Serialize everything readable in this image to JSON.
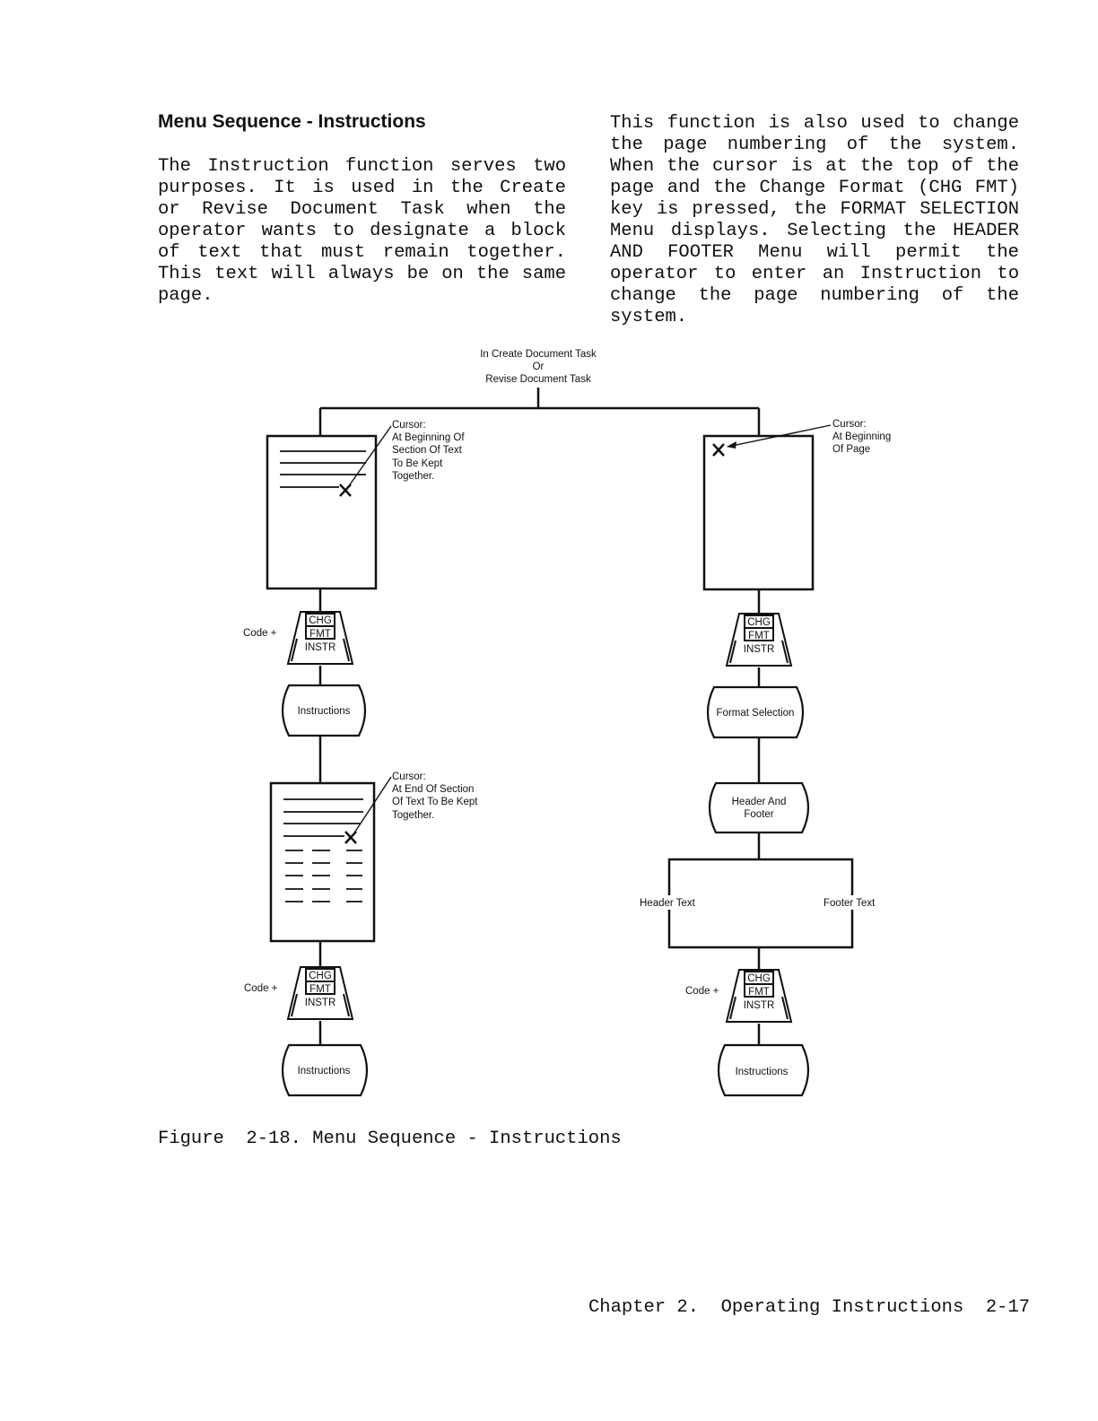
{
  "heading": "Menu Sequence - Instructions",
  "left_paragraph": "The Instruction function serves two purposes. It is used in the Create or Revise Document Task when the operator wants to designate a block of text that must remain together. This text will always be on the same page.",
  "right_paragraph": "This function is also used to change the page numbering of the system. When the cursor is at the top of the page and the Change Format (CHG FMT) key is pressed, the FORMAT SELECTION Menu displays. Selecting the HEADER AND FOOTER Menu will permit the operator to enter an Instruction to change the page numbering of the system.",
  "diagram": {
    "top_label": [
      "In Create Document Task",
      "Or",
      "Revise Document Task"
    ],
    "cursor_begin_section": [
      "Cursor:",
      "At Beginning Of",
      "Section Of Text",
      "To Be Kept",
      "Together."
    ],
    "cursor_begin_page": [
      "Cursor:",
      "At Beginning",
      "Of Page"
    ],
    "cursor_end_section": [
      "Cursor:",
      "At End Of Section",
      "Of Text To Be Kept",
      "Together."
    ],
    "code_plus": "Code +",
    "key_top": "CHG",
    "key_mid": "FMT",
    "key_bottom": "INSTR",
    "instructions": "Instructions",
    "format_selection": "Format Selection",
    "header_and_footer": [
      "Header And",
      "Footer"
    ],
    "header_text": "Header Text",
    "footer_text": "Footer Text"
  },
  "caption": "Figure  2-18. Menu Sequence - Instructions",
  "footer": "Chapter 2.  Operating Instructions  2-17"
}
